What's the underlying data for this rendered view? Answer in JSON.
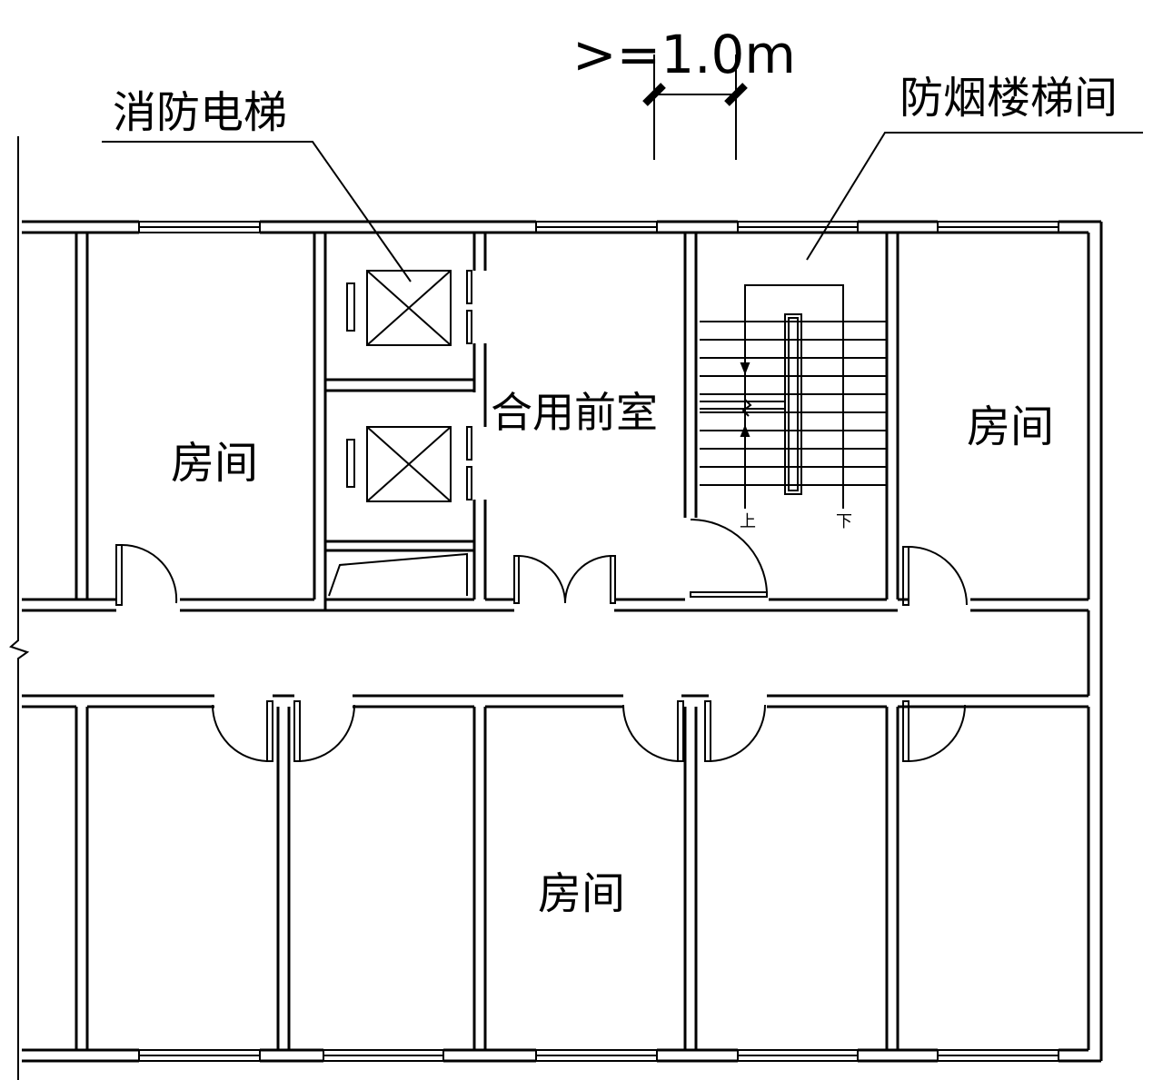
{
  "labels": {
    "dimension": ">=1.0m",
    "fire_elevator": "消防电梯",
    "smoke_stair": "防烟楼梯间",
    "shared_anteroom": "合用前室",
    "room_left": "房间",
    "room_right": "房间",
    "room_bottom": "房间",
    "stair_up": "上",
    "stair_down": "下"
  },
  "colors": {
    "line": "#000000",
    "background": "#ffffff"
  }
}
